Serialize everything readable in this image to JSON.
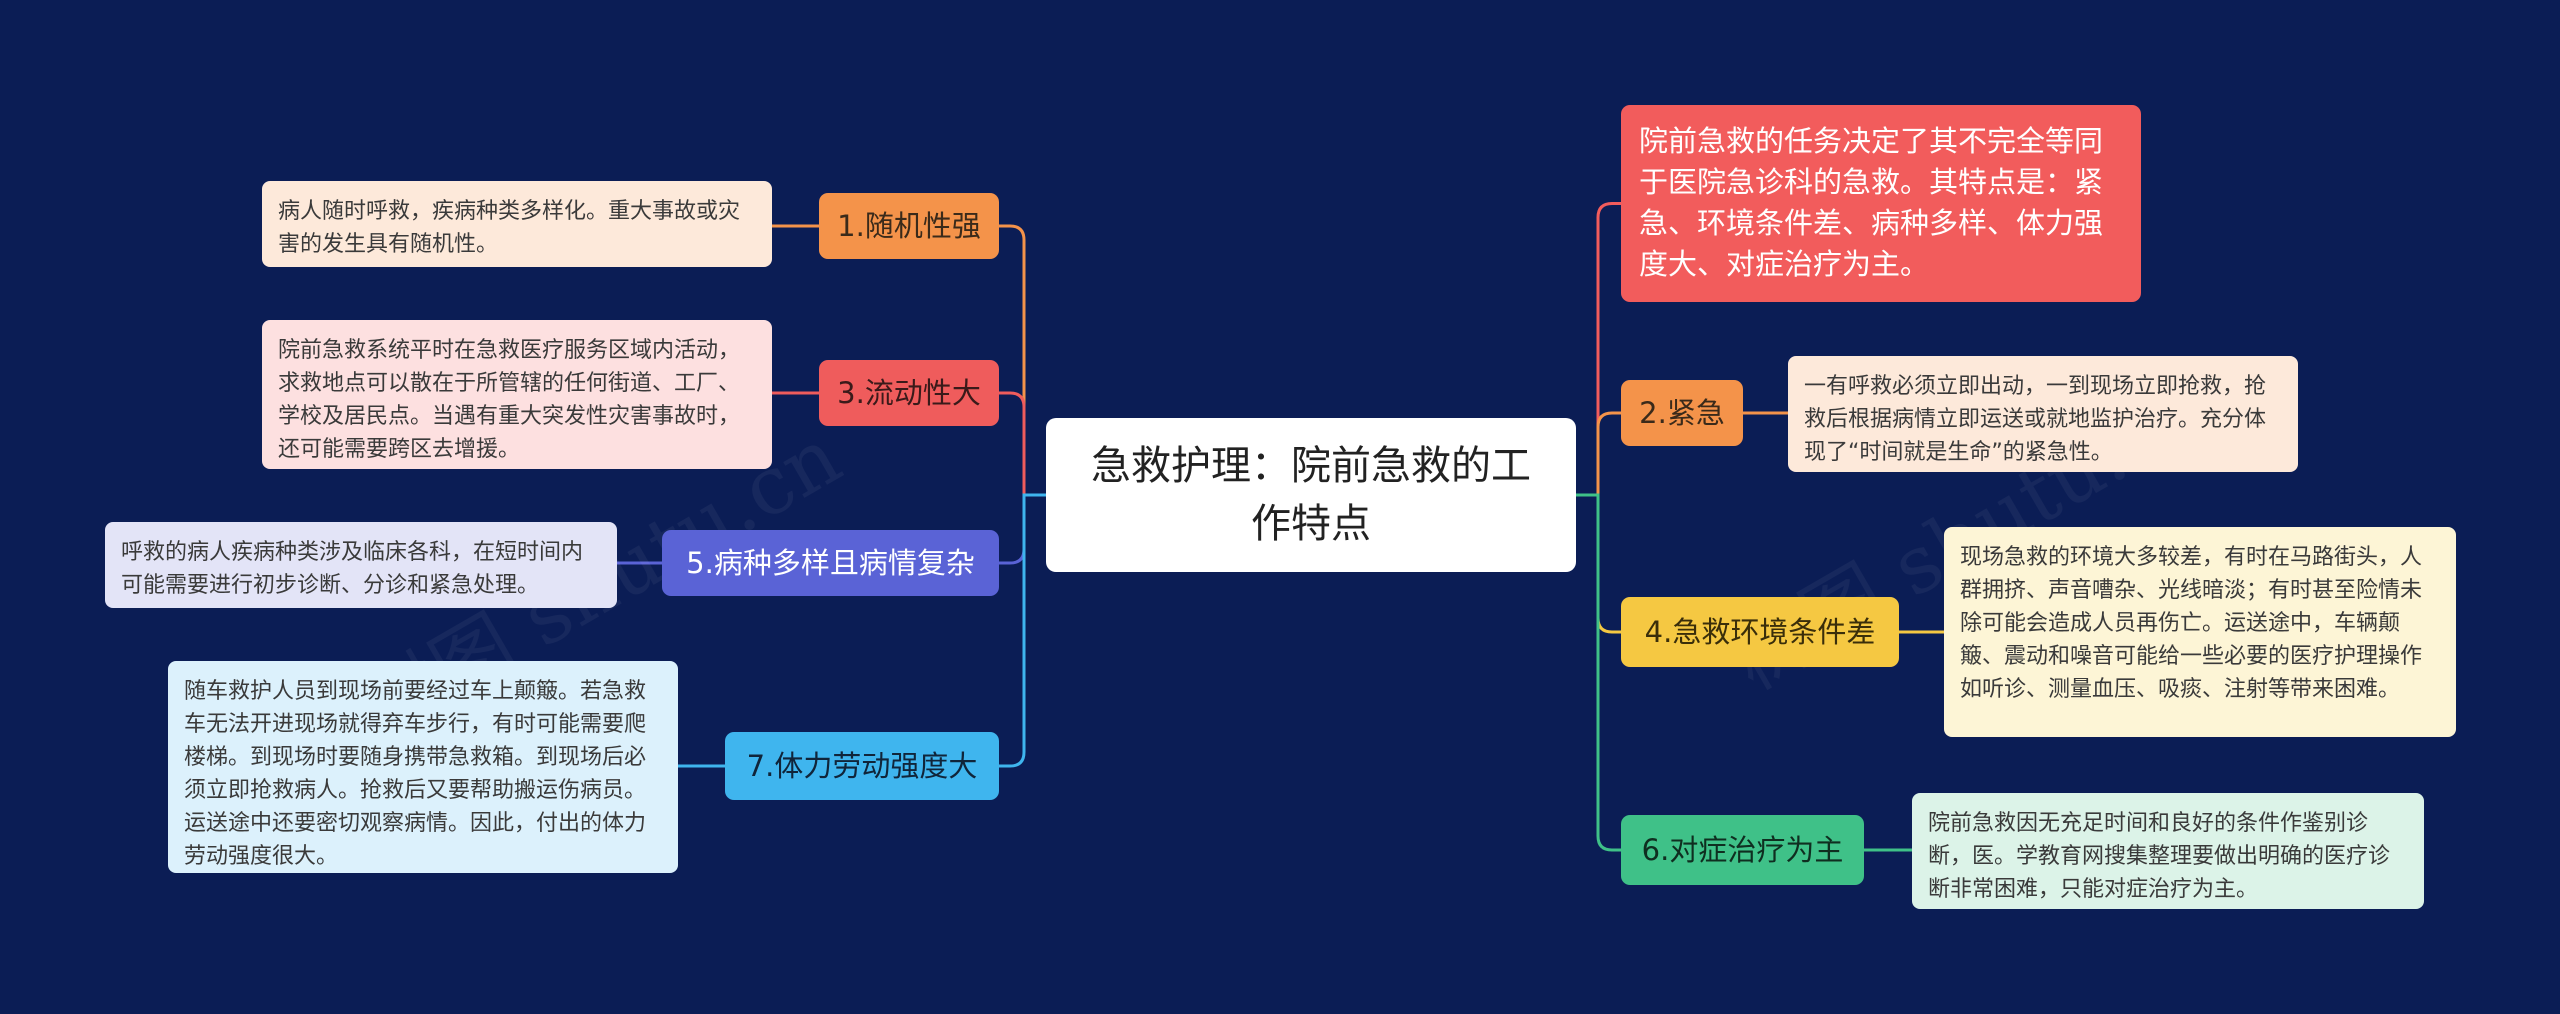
{
  "root": {
    "title": "急救护理：院前急救的工作特点"
  },
  "summary": {
    "text": "院前急救的任务决定了其不完全等同于医院急诊科的急救。其特点是：紧急、环境条件差、病种多样、体力强度大、对症治疗为主。",
    "color": "#f25c5c"
  },
  "branches": [
    {
      "id": "b1",
      "label": "1.随机性强",
      "color": "#f4934a",
      "leaf_bg": "#fde9da",
      "leaf": "病人随时呼救，疾病种类多样化。重大事故或灾害的发生具有随机性。"
    },
    {
      "id": "b3",
      "label": "3.流动性大",
      "color": "#ef5c5c",
      "leaf_bg": "#fde0e0",
      "leaf": "院前急救系统平时在急救医疗服务区域内活动，求救地点可以散在于所管辖的任何街道、工厂、学校及居民点。当遇有重大突发性灾害事故时，还可能需要跨区去增援。"
    },
    {
      "id": "b5",
      "label": "5.病种多样且病情复杂",
      "color": "#5a63d6",
      "leaf_bg": "#e3e4f7",
      "leaf": "呼救的病人疾病种类涉及临床各科，在短时间内可能需要进行初步诊断、分诊和紧急处理。"
    },
    {
      "id": "b7",
      "label": "7.体力劳动强度大",
      "color": "#3fb5ee",
      "leaf_bg": "#dcf1fc",
      "leaf": "随车救护人员到现场前要经过车上颠簸。若急救车无法开进现场就得弃车步行，有时可能需要爬楼梯。到现场时要随身携带急救箱。到现场后必须立即抢救病人。抢救后又要帮助搬运伤病员。运送途中还要密切观察病情。因此，付出的体力劳动强度很大。"
    },
    {
      "id": "b2",
      "label": "2.紧急",
      "color": "#f4934a",
      "leaf_bg": "#fde9da",
      "leaf": "一有呼救必须立即出动，一到现场立即抢救，抢救后根据病情立即运送或就地监护治疗。充分体现了“时间就是生命”的紧急性。"
    },
    {
      "id": "b4",
      "label": "4.急救环境条件差",
      "color": "#f5c842",
      "leaf_bg": "#fdf5d6",
      "leaf": "现场急救的环境大多较差，有时在马路街头，人群拥挤、声音嘈杂、光线暗淡；有时甚至险情未除可能会造成人员再伤亡。运送途中，车辆颠簸、震动和噪音可能给一些必要的医疗护理操作如听诊、测量血压、吸痰、注射等带来困难。"
    },
    {
      "id": "b6",
      "label": "6.对症治疗为主",
      "color": "#3fc188",
      "leaf_bg": "#dcf3e8",
      "leaf": "院前急救因无充足时间和良好的条件作鉴别诊断，医。学教育网搜集整理要做出明确的医疗诊断非常困难，只能对症治疗为主。"
    }
  ],
  "watermark": {
    "text": "树图 shutu.cn"
  }
}
